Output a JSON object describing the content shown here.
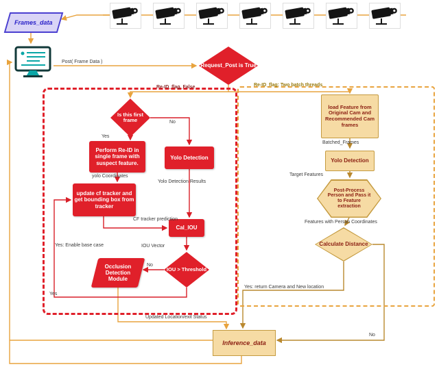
{
  "colors": {
    "node_red": "#e0202a",
    "node_tan_fill": "#f6dba4",
    "node_tan_border": "#c49a3f",
    "arrow_orange": "#e8a33d",
    "arrow_red": "#d81f28",
    "arrow_tan": "#b9882e",
    "frames_blue": "#2a22c8"
  },
  "icons": {
    "camera": "cctv-camera-icon",
    "monitor": "computer-monitor-icon"
  },
  "stages": {
    "frames_data": "Frames_data",
    "post_frame_data": "Post( Frame Data )",
    "request_post": "Request_Post is True",
    "updated_location": "Updated Location/exit Status",
    "inference_data": "Inference_data"
  },
  "left": {
    "flag": "Re-ID_flag_False",
    "is_first_frame": "Is this first frame",
    "yes": "Yes",
    "no": "No",
    "perform_reid": "Perform Re-ID in single frame with suspect feature.",
    "yolo_detection": "Yolo Detection",
    "yolo_coordinates": "yolo Coordinates",
    "yolo_results": "Yolo Detection Results",
    "update_tracker": "update cf tracker and get bounding box from tracker",
    "cf_prediction": "CF tracker prediction",
    "cal_iou": "Cal_IOU",
    "iou_vector": "IOU Vector",
    "iou_threshold": "IOU > Threshold",
    "no2": "No",
    "occlusion": "Occlusion Detection Module",
    "yes_base": "Yes: Enable base case",
    "yes2": "Yes"
  },
  "right": {
    "flag": "Re-ID_flag: Two batch threads",
    "load_feature": "load Feature from Original Cam and Recommended Cam frames",
    "batched_frames": "Batched_Frames",
    "yolo_detection": "Yolo Detection",
    "target_features": "Target Features",
    "post_process": "Post-Process Person and Pass it to  Feature extraction",
    "features_coords": "Features with  Person Coordinates",
    "calculate_distance": "Calculate Distance",
    "yes_return": "Yes: return Camera and New location",
    "no": "No"
  }
}
